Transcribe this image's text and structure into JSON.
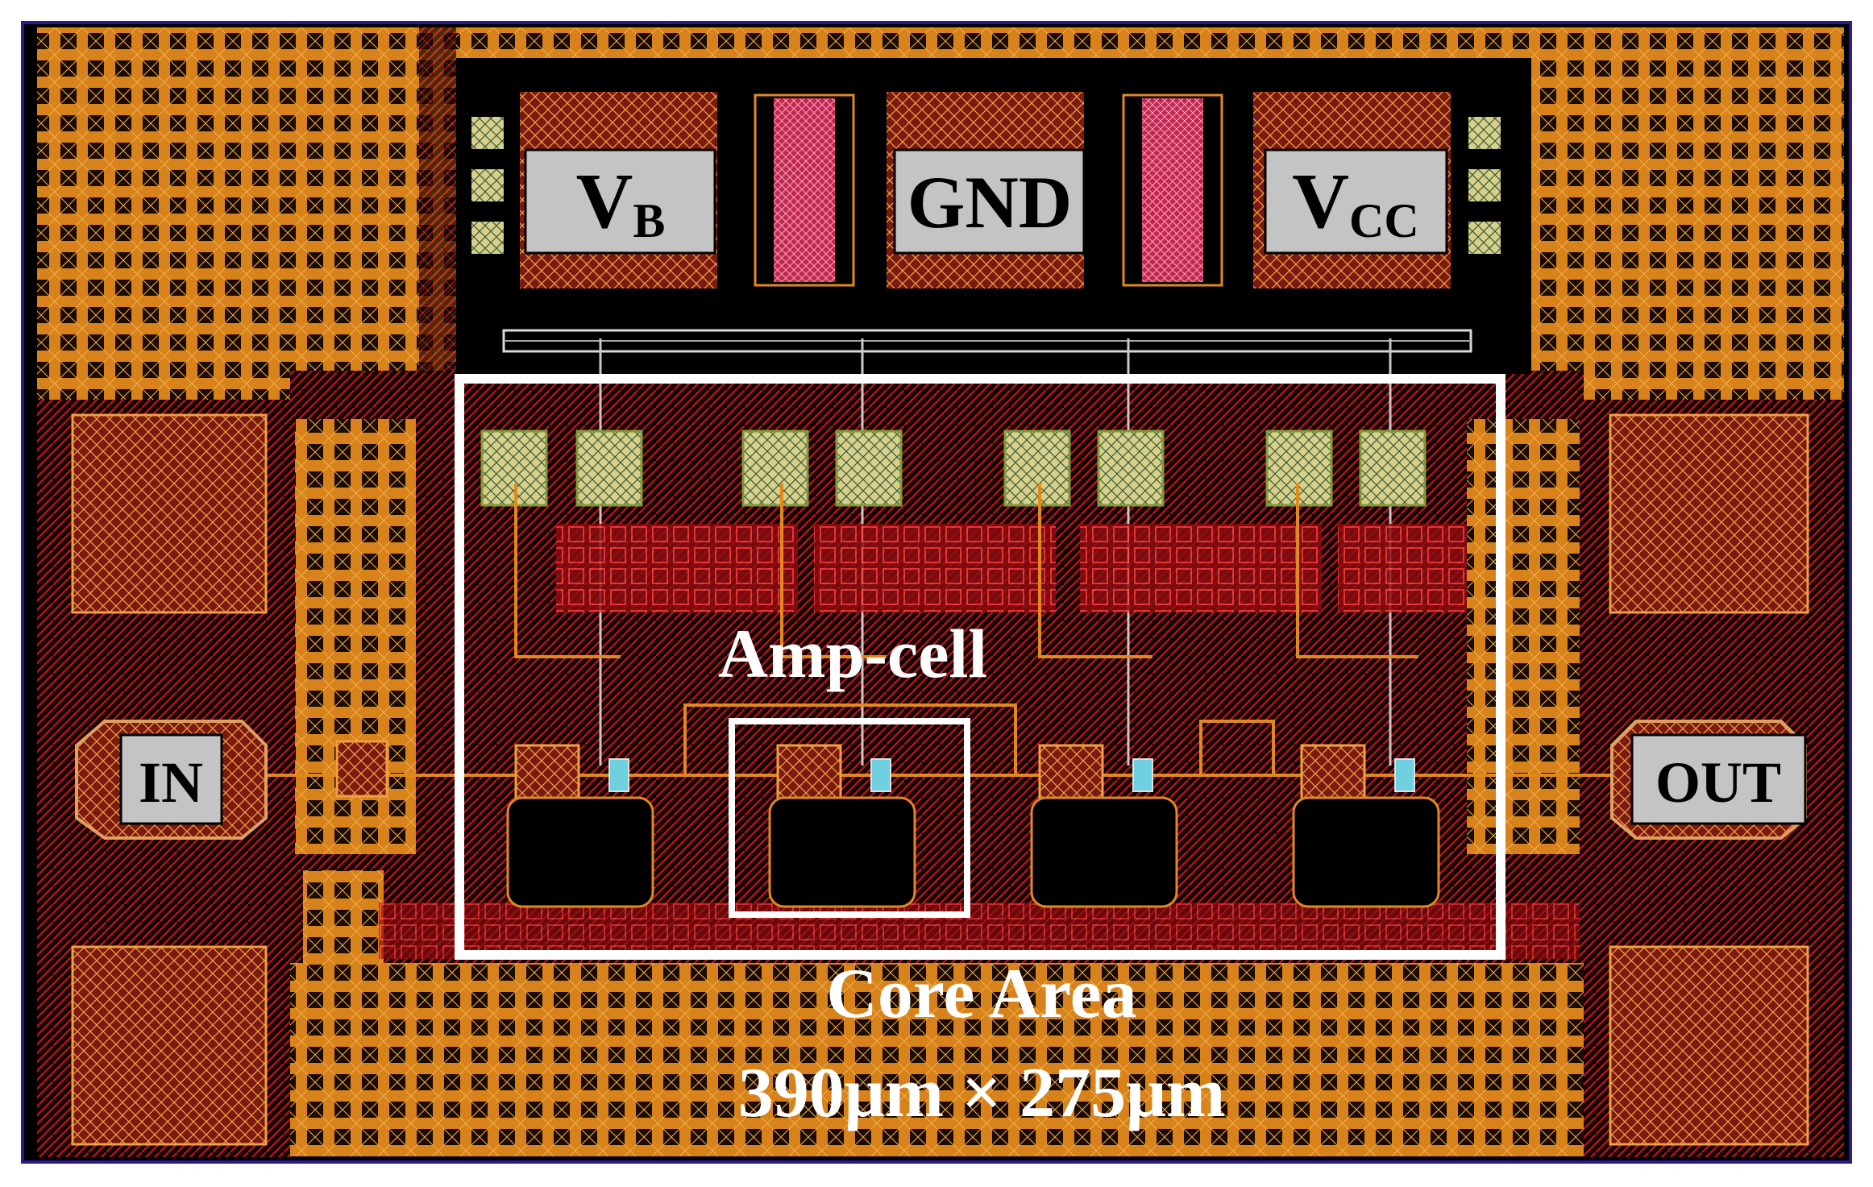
{
  "pads": {
    "vb_main": "V",
    "vb_sub": "B",
    "gnd": "GND",
    "vcc_main": "V",
    "vcc_sub": "CC",
    "in": "IN",
    "out": "OUT"
  },
  "labels": {
    "amp_cell": "Amp-cell",
    "core_area": "Core Area",
    "dimensions": "390μm × 275μm"
  },
  "colors": {
    "background": "#000000",
    "metal_orange": "#e08a1e",
    "metal_red": "#c0161c",
    "via_yellow": "#f0e27a",
    "pad_label_fill": "#c4c4c4",
    "annotation": "#ffffff"
  }
}
